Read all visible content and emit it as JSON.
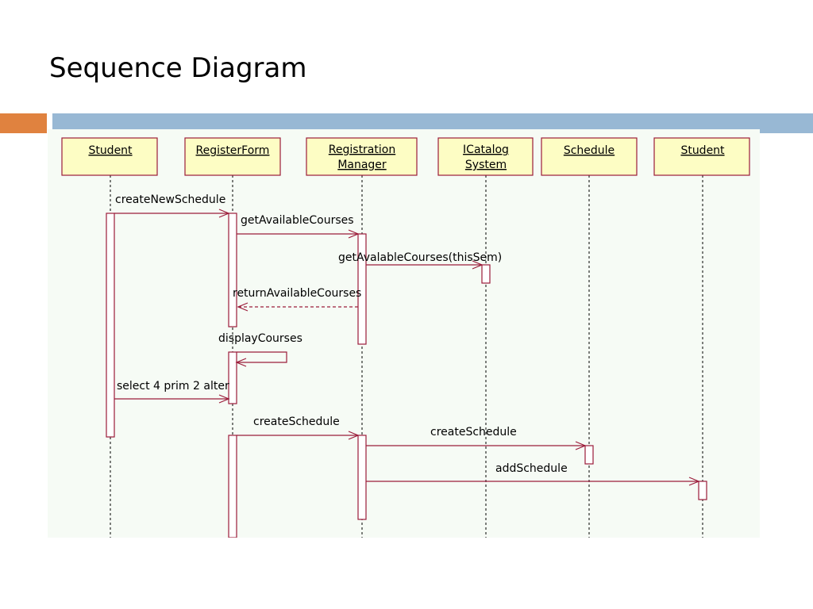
{
  "slide": {
    "title": "Sequence Diagram"
  },
  "colors": {
    "accent_left": "#e0823f",
    "accent_right": "#98b8d4",
    "diagram_bg": "#f6fbf5",
    "object_fill": "#fdfdc4",
    "line_color": "#9b1c3a"
  },
  "objects": [
    {
      "id": "student1",
      "lines": [
        "Student"
      ]
    },
    {
      "id": "registerform",
      "lines": [
        "RegisterForm"
      ]
    },
    {
      "id": "regmanager",
      "lines": [
        "Registration",
        "Manager"
      ]
    },
    {
      "id": "icatalog",
      "lines": [
        "ICatalog",
        "System"
      ]
    },
    {
      "id": "schedule",
      "lines": [
        "Schedule"
      ]
    },
    {
      "id": "student2",
      "lines": [
        "Student"
      ]
    }
  ],
  "messages": [
    {
      "id": "m1",
      "from": "student1",
      "to": "registerform",
      "label": "createNewSchedule",
      "kind": "call"
    },
    {
      "id": "m2",
      "from": "registerform",
      "to": "regmanager",
      "label": "getAvailableCourses",
      "kind": "call"
    },
    {
      "id": "m3",
      "from": "regmanager",
      "to": "icatalog",
      "label": "getAvalableCourses(thisSem)",
      "kind": "call"
    },
    {
      "id": "m4",
      "from": "regmanager",
      "to": "registerform",
      "label": "returnAvailableCourses",
      "kind": "return"
    },
    {
      "id": "m5",
      "from": "registerform",
      "to": "registerform",
      "label": "displayCourses",
      "kind": "self"
    },
    {
      "id": "m6",
      "from": "student1",
      "to": "registerform",
      "label": "select 4 prim 2 alter",
      "kind": "call"
    },
    {
      "id": "m7",
      "from": "registerform",
      "to": "regmanager",
      "label": "createSchedule",
      "kind": "call"
    },
    {
      "id": "m8",
      "from": "regmanager",
      "to": "schedule",
      "label": "createSchedule",
      "kind": "call"
    },
    {
      "id": "m9",
      "from": "regmanager",
      "to": "student2",
      "label": "addSchedule",
      "kind": "call"
    }
  ]
}
